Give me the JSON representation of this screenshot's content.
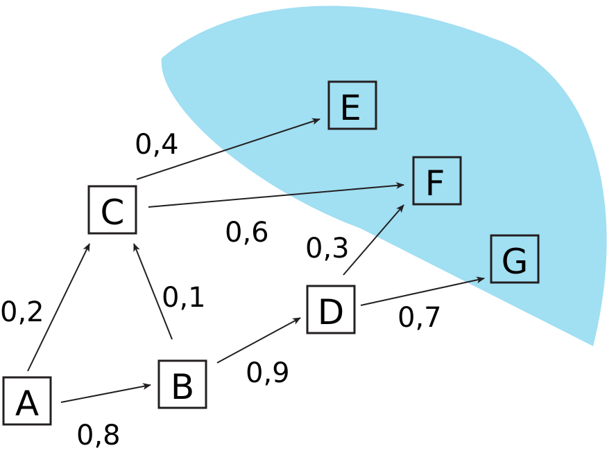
{
  "diagram": {
    "region_color": "#a1dff2",
    "line_color": "#231f20",
    "nodes": {
      "A": "A",
      "B": "B",
      "C": "C",
      "D": "D",
      "E": "E",
      "F": "F",
      "G": "G"
    },
    "edges": [
      {
        "from": "A",
        "to": "C",
        "label": "0,2"
      },
      {
        "from": "A",
        "to": "B",
        "label": "0,8"
      },
      {
        "from": "B",
        "to": "C",
        "label": "0,1"
      },
      {
        "from": "B",
        "to": "D",
        "label": "0,9"
      },
      {
        "from": "C",
        "to": "E",
        "label": "0,4"
      },
      {
        "from": "C",
        "to": "F",
        "label": "0,6"
      },
      {
        "from": "D",
        "to": "F",
        "label": "0,3"
      },
      {
        "from": "D",
        "to": "G",
        "label": "0,7"
      }
    ]
  }
}
